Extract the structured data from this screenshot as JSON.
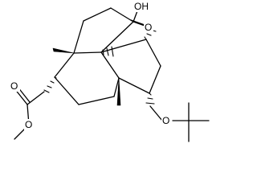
{
  "molecule": {
    "atoms": {
      "o_ester_carbonyl": "O",
      "o_ester_ether": "O",
      "o_hydroxy_carbonyl": "O",
      "oh_hydroxy": "OH",
      "o_tert_butoxy": "O"
    }
  }
}
